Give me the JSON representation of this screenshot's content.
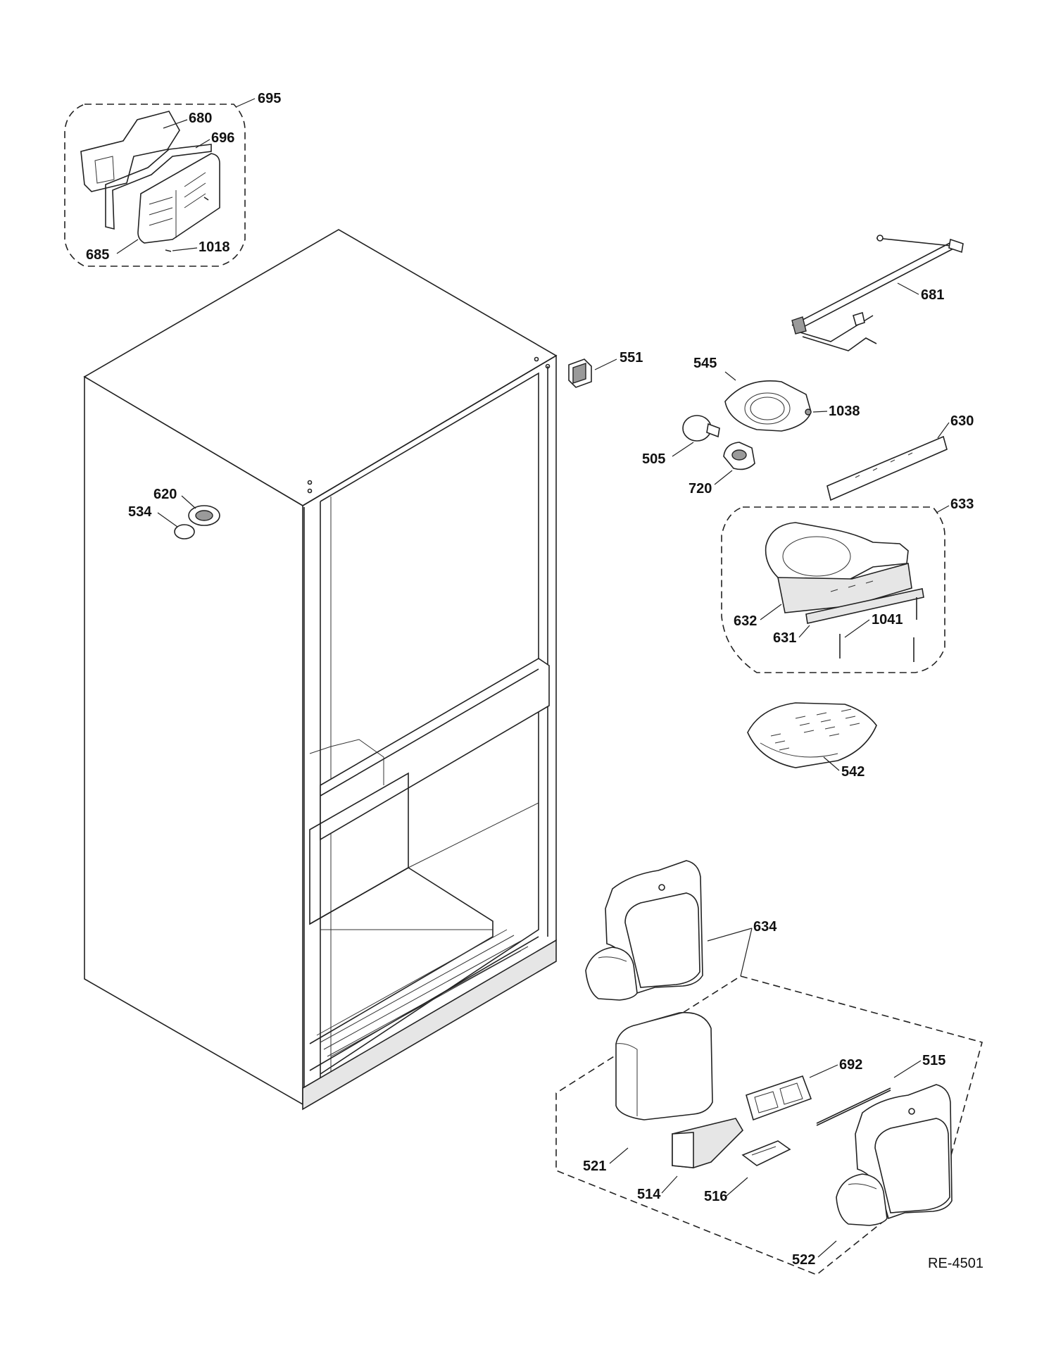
{
  "drawing_code": "RE-4501",
  "callouts": {
    "c695": "695",
    "c680": "680",
    "c696": "696",
    "c685": "685",
    "c1018": "1018",
    "c681": "681",
    "c551": "551",
    "c545": "545",
    "c1038": "1038",
    "c630": "630",
    "c505": "505",
    "c720": "720",
    "c620": "620",
    "c534": "534",
    "c633": "633",
    "c632": "632",
    "c631": "631",
    "c1041": "1041",
    "c542": "542",
    "c634": "634",
    "c692": "692",
    "c515": "515",
    "c521": "521",
    "c514": "514",
    "c516": "516",
    "c522": "522"
  }
}
